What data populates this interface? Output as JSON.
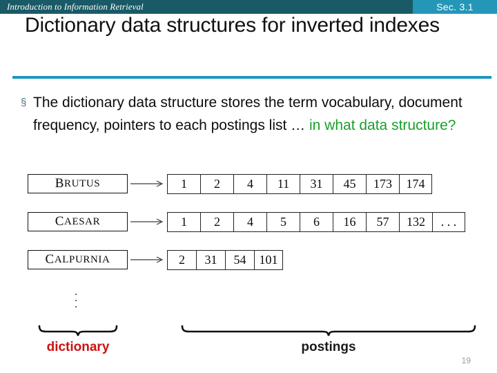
{
  "header": {
    "course_title": "Introduction to Information Retrieval",
    "section_badge": "Sec. 3.1",
    "bar_color": "#1a5a66",
    "badge_color": "#2497b8",
    "rule_color": "#1f95bd"
  },
  "slide": {
    "title": "Dictionary data structures for inverted indexes",
    "page_number": "19"
  },
  "bullet": {
    "marker": "§",
    "text_plain": "The dictionary data structure stores the term vocabulary, document frequency, pointers to each postings list … in what data structure?",
    "text_black": "The dictionary data structure stores the term vocabulary, document frequency, pointers to each postings list … ",
    "text_green": "in what data structure?",
    "green_color": "#17a02a"
  },
  "diagram": {
    "arrow_glyph": "⟶",
    "vertical_ellipsis": "⋮",
    "rows": [
      {
        "term": "Brutus",
        "term_first": "B",
        "term_rest": "RUTUS",
        "postings": [
          "1",
          "2",
          "4",
          "11",
          "31",
          "45",
          "173",
          "174"
        ],
        "cell_width": "w48"
      },
      {
        "term": "Caesar",
        "term_first": "C",
        "term_rest": "AESAR",
        "postings": [
          "1",
          "2",
          "4",
          "5",
          "6",
          "16",
          "57",
          "132",
          ". . ."
        ],
        "cell_width": "w48"
      },
      {
        "term": "Calpurnia",
        "term_first": "C",
        "term_rest": "ALPURNIA",
        "postings": [
          "2",
          "31",
          "54",
          "101"
        ],
        "cell_width": "w42"
      }
    ]
  },
  "captions": {
    "dictionary": "dictionary",
    "dictionary_color": "#cc1111",
    "postings": "postings",
    "postings_color": "#1a1a1a"
  }
}
